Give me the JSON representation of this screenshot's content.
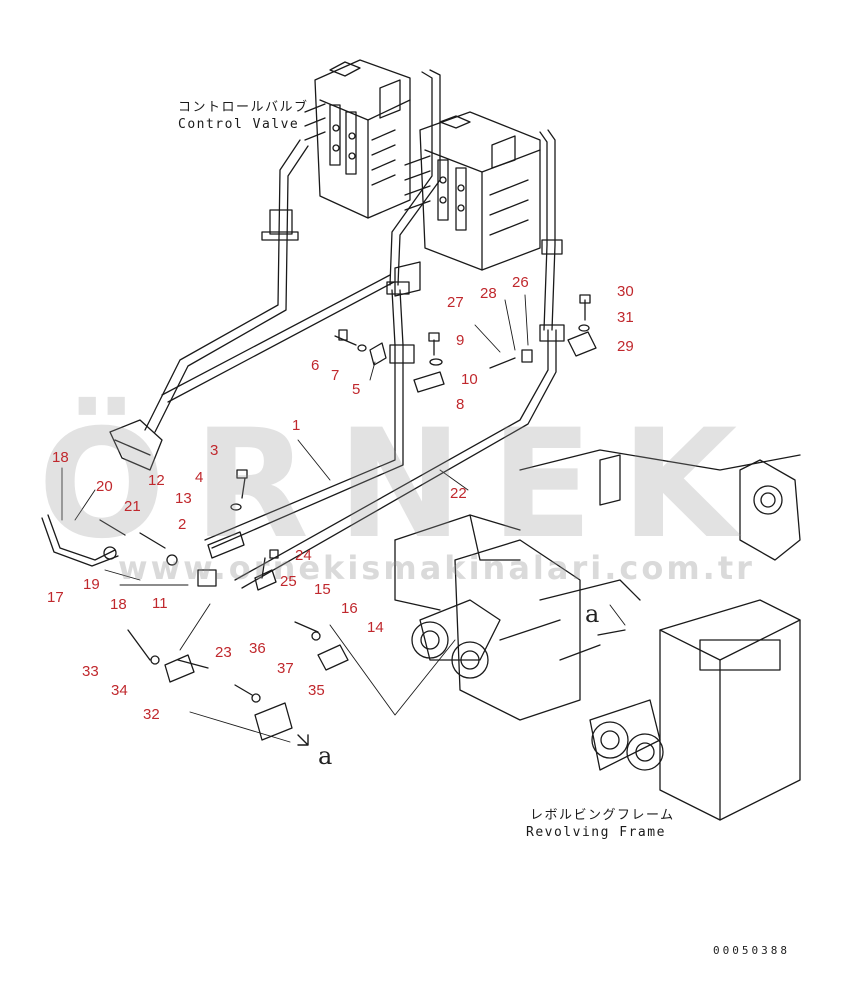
{
  "labels": {
    "control_valve_jp": "コントロールバルブ",
    "control_valve_en": "Control Valve",
    "revolving_frame_jp": "レボルビングフレーム",
    "revolving_frame_en": "Revolving Frame"
  },
  "watermark": {
    "brand": "ÖRNEK",
    "url": "www.ornekismakinalari.com.tr"
  },
  "view_marker": "a",
  "document_number": "00050388",
  "callouts": [
    "1",
    "2",
    "3",
    "4",
    "5",
    "6",
    "7",
    "8",
    "9",
    "10",
    "11",
    "12",
    "13",
    "14",
    "15",
    "16",
    "17",
    "18",
    "18",
    "19",
    "20",
    "21",
    "22",
    "23",
    "24",
    "25",
    "26",
    "27",
    "28",
    "29",
    "30",
    "31",
    "32",
    "33",
    "34",
    "35",
    "36",
    "37"
  ],
  "colors": {
    "callout": "#c0282d",
    "line": "#1a1a1a",
    "watermark": "#969696",
    "watermark_accent": "#f0c419"
  }
}
